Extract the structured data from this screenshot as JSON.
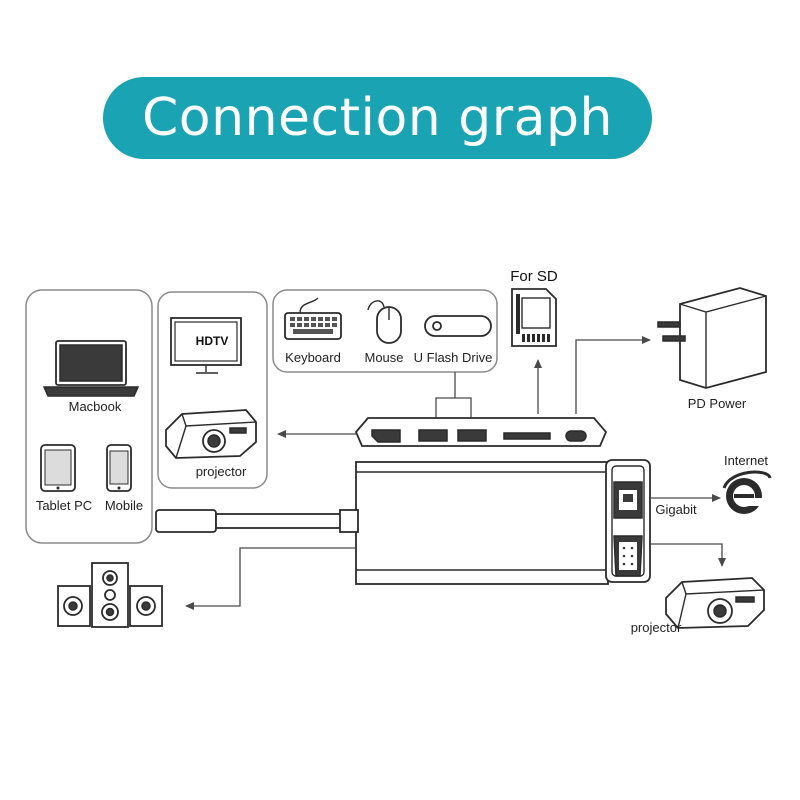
{
  "title": "Connection graph",
  "colors": {
    "accent": "#1aa3b2",
    "stroke": "#2b2b2b",
    "box": "#8a8a8a"
  },
  "labels": {
    "macbook": "Macbook",
    "tablet": "Tablet PC",
    "mobile": "Mobile",
    "hdtv": "HDTV",
    "projector_left": "projector",
    "keyboard": "Keyboard",
    "mouse": "Mouse",
    "flash_drive": "U Flash Drive",
    "for_sd": "For SD",
    "pd_power": "PD Power",
    "internet": "Internet",
    "gigabit": "Gigabit",
    "projector_right": "projector"
  },
  "icons": [
    "laptop-icon",
    "tablet-icon",
    "mobile-icon",
    "tv-icon",
    "projector-icon",
    "keyboard-icon",
    "mouse-icon",
    "usb-drive-icon",
    "sd-card-icon",
    "power-adapter-icon",
    "internet-explorer-icon",
    "speakers-icon",
    "hub-icon",
    "ethernet-port-icon",
    "vga-port-icon"
  ]
}
